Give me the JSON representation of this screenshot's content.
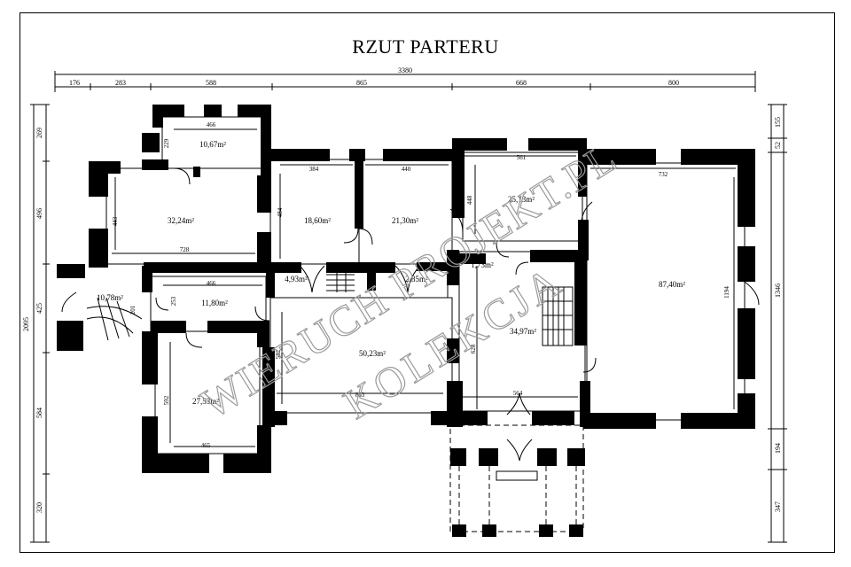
{
  "title": "RZUT PARTERU",
  "watermark": {
    "line1": "WIERUCH PROJEKT.PL",
    "line2": "KOLEKCJA"
  },
  "dims_top": {
    "overall": "3380",
    "segments": [
      "176",
      "283",
      "588",
      "865",
      "668",
      "800"
    ]
  },
  "dims_left": {
    "overall": "2095",
    "segments": [
      "269",
      "496",
      "425",
      "584",
      "320"
    ]
  },
  "dims_right": {
    "overall": "1346",
    "segments": [
      "155",
      "52",
      "194",
      "347"
    ]
  },
  "rooms": [
    {
      "name": "r1",
      "area": "10,67m²"
    },
    {
      "name": "r2",
      "area": "32,24m²"
    },
    {
      "name": "r3",
      "area": "18,60m²"
    },
    {
      "name": "r4",
      "area": "21,30m²"
    },
    {
      "name": "r5",
      "area": "25,13m²"
    },
    {
      "name": "r6",
      "area": "87,40m²"
    },
    {
      "name": "r7",
      "area": "4,93m²"
    },
    {
      "name": "r8",
      "area": "2,85m²"
    },
    {
      "name": "r9",
      "area": "1,73m²"
    },
    {
      "name": "r10",
      "area": "10,78m²"
    },
    {
      "name": "r11",
      "area": "11,80m²"
    },
    {
      "name": "r12",
      "area": "34,97m²"
    },
    {
      "name": "r13",
      "area": "50,23m²"
    },
    {
      "name": "r14",
      "area": "27,53m²"
    }
  ],
  "inner_dims": [
    "466",
    "229",
    "384",
    "440",
    "561",
    "732",
    "443",
    "484",
    "448",
    "728",
    "466",
    "201",
    "253",
    "1194",
    "620",
    "582",
    "863",
    "564",
    "592",
    "465"
  ]
}
